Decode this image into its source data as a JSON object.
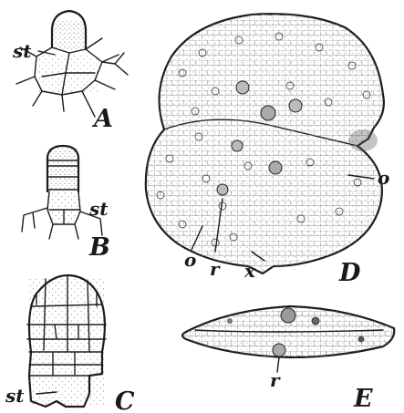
{
  "figure": {
    "panels": [
      {
        "id": "A",
        "letter": "A",
        "labels": [
          "st"
        ]
      },
      {
        "id": "B",
        "letter": "B",
        "labels": [
          "st"
        ]
      },
      {
        "id": "C",
        "letter": "C",
        "labels": [
          "st"
        ]
      },
      {
        "id": "D",
        "letter": "D",
        "labels": [
          "o",
          "o",
          "r",
          "x"
        ]
      },
      {
        "id": "E",
        "letter": "E",
        "labels": [
          "r"
        ]
      }
    ]
  }
}
